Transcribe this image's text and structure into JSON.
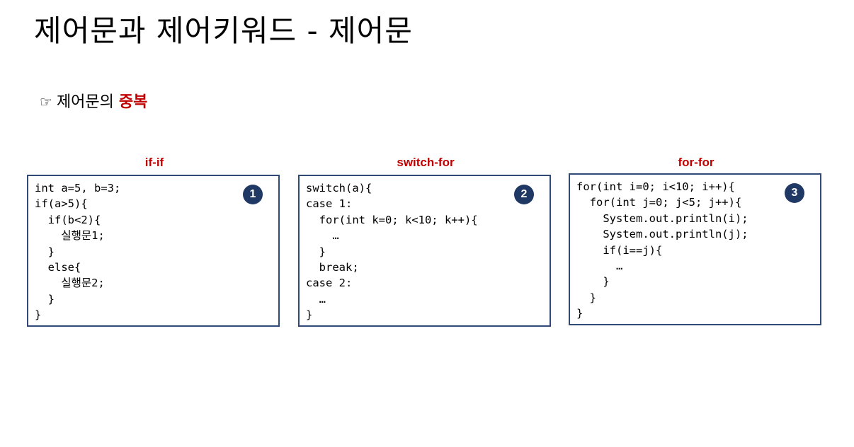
{
  "page": {
    "title": "제어문과 제어키워드 - 제어문",
    "subtitle": {
      "pointer_icon": "☞",
      "prefix": "제어문의",
      "emphasis": "중복"
    }
  },
  "colors": {
    "label": "#c00000",
    "border": "#2f4a78",
    "badge": "#1f3864",
    "emphasis": "#c00000"
  },
  "panels": [
    {
      "label": "if-if",
      "badge": "1",
      "code": "int a=5, b=3;\nif(a>5){\n  if(b<2){\n    실행문1;\n  }\n  else{\n    실행문2;\n  }\n}"
    },
    {
      "label": "switch-for",
      "badge": "2",
      "code": "switch(a){\ncase 1:\n  for(int k=0; k<10; k++){\n    …\n  }\n  break;\ncase 2:\n  …\n}"
    },
    {
      "label": "for-for",
      "badge": "3",
      "code": "for(int i=0; i<10; i++){\n  for(int j=0; j<5; j++){\n    System.out.println(i);\n    System.out.println(j);\n    if(i==j){\n      …\n    }\n  }\n}"
    }
  ]
}
